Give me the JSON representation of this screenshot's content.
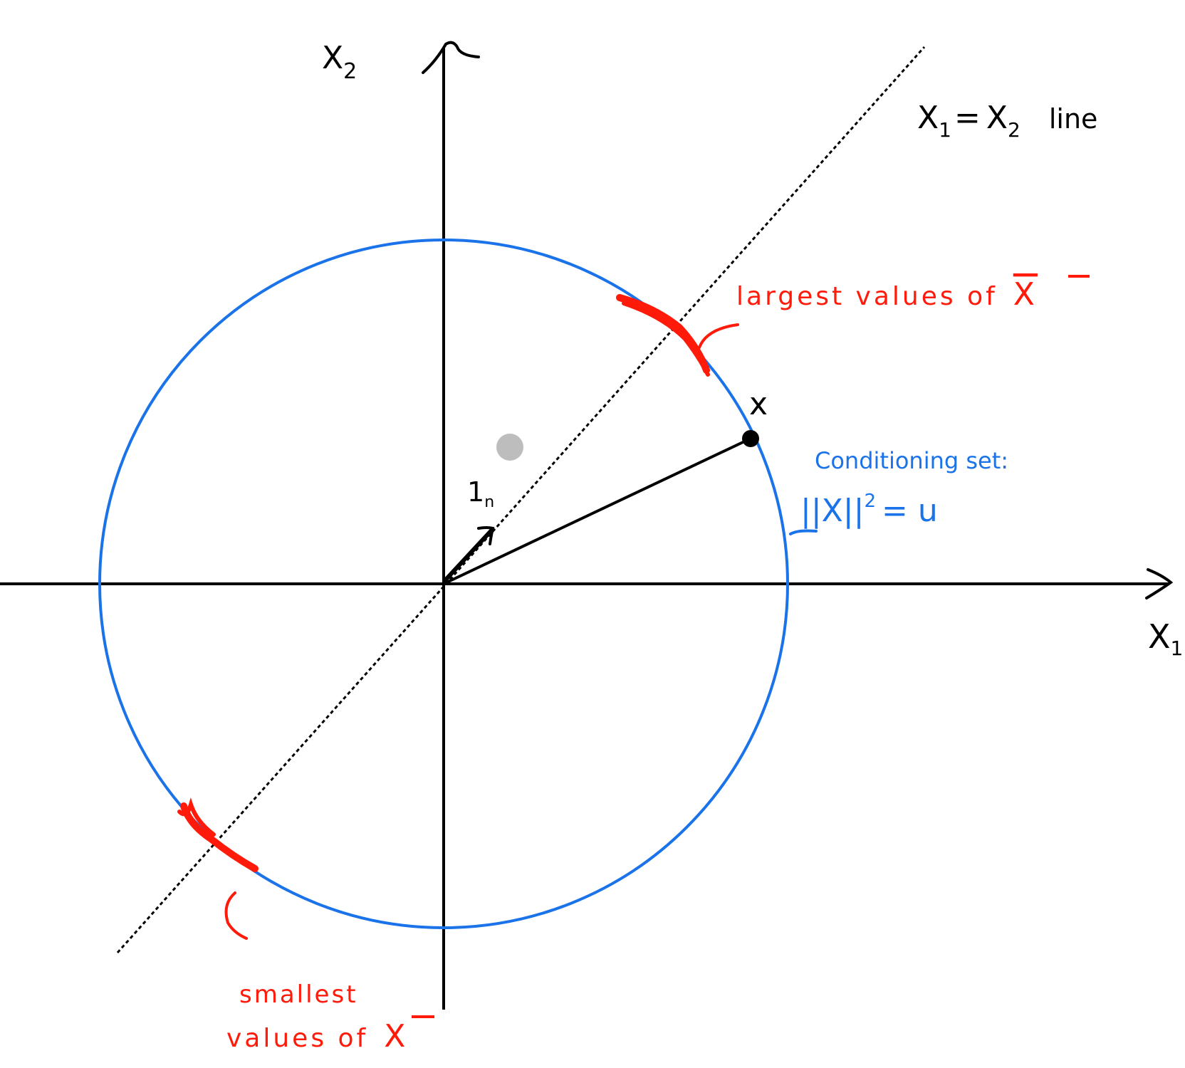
{
  "labels": {
    "x2_axis": "X",
    "x2_axis_sub": "2",
    "x1_axis": "X",
    "x1_axis_sub": "1",
    "diag_line_a": "X",
    "diag_line_a_sub": "1",
    "diag_line_eq": "=",
    "diag_line_b": "X",
    "diag_line_b_sub": "2",
    "diag_line_word": "line",
    "largest": "largest values of",
    "largest_xbar": "X",
    "smallest_1": "smallest",
    "smallest_2": "values of",
    "smallest_xbar": "X",
    "point_x": "x",
    "one_n": "1",
    "one_n_sub": "n",
    "cond_title": "Conditioning set:",
    "cond_norm": "||X||",
    "cond_exp": "2",
    "cond_eq": "= u"
  },
  "colors": {
    "axis": "#000000",
    "circle": "#1a73e8",
    "highlight": "#ff1a0a",
    "label_red": "#ff1a0a",
    "label_blue": "#1a73e8",
    "grey_dot": "#bdbdbd"
  }
}
